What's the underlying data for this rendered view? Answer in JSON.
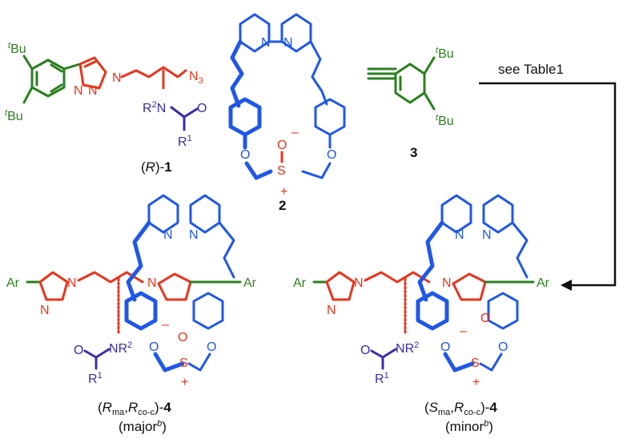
{
  "labels": {
    "tbu_prefix": "t",
    "tbu": "Bu",
    "n3": "N",
    "n3_sub": "3",
    "n": "N",
    "o": "O",
    "s": "S",
    "r1": "R",
    "r1_sup": "1",
    "r2": "R",
    "r2_sup": "2",
    "ar": "Ar",
    "minus": "–",
    "plus": "+",
    "compound_1_prefix": "(",
    "compound_1_r": "R",
    "compound_1_suffix": ")-",
    "compound_1_num": "1",
    "compound_2": "2",
    "compound_3": "3",
    "reaction_condition": "see Table1",
    "major_open": "(",
    "major_r": "R",
    "major_r_sub": "ma",
    "major_comma": ",",
    "major_r2": "R",
    "major_r2_sub": "co-c",
    "major_close": ")-",
    "major_num": "4",
    "major_note": "(major",
    "major_note_sup": "b",
    "major_note_close": ")",
    "minor_open": "(",
    "minor_s": "S",
    "minor_s_sub": "ma",
    "minor_comma": ",",
    "minor_r2": "R",
    "minor_r2_sub": "co-c",
    "minor_close": ")-",
    "minor_num": "4",
    "minor_note": "(minor",
    "minor_note_sup": "b",
    "minor_note_close": ")"
  },
  "colors": {
    "aryl": "#2a7f1d",
    "core": "#e8341c",
    "macrocycle": "#1f57e8",
    "amide": "#3b2ca8",
    "text": "#111111"
  }
}
